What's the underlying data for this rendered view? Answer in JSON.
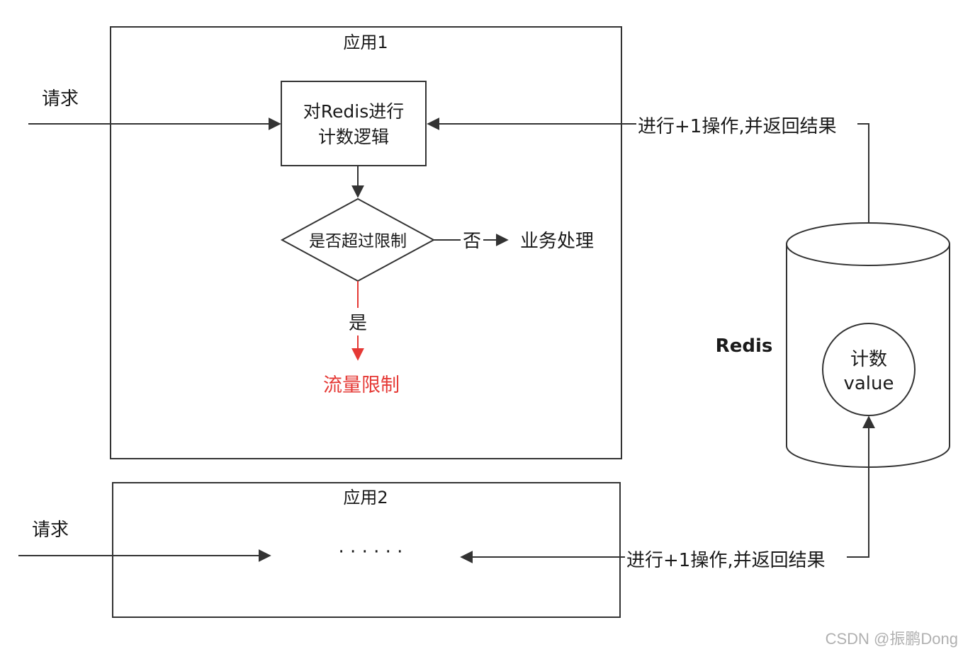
{
  "app1": {
    "title": "应用1"
  },
  "app2": {
    "title": "应用2"
  },
  "request_label": "请求",
  "process_box": {
    "line1": "对Redis进行",
    "line2": "计数逻辑"
  },
  "decision": {
    "label": "是否超过限制",
    "no_label": "否",
    "yes_label": "是"
  },
  "outcomes": {
    "business": "业务处理",
    "rate_limit": "流量限制"
  },
  "redis_op_label": "进行+1操作,并返回结果",
  "redis": {
    "label": "Redis",
    "counter_line1": "计数",
    "counter_line2": "value"
  },
  "ellipsis": "· · · · · ·",
  "watermark": "CSDN @振鹏Dong",
  "colors": {
    "stroke": "#333333",
    "limit": "#e53935",
    "watermark": "#b0b0b0"
  }
}
